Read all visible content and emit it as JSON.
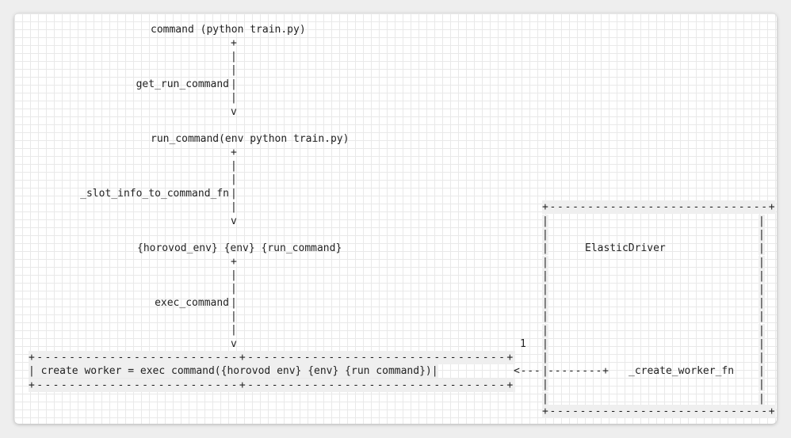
{
  "nodes": {
    "command": "command (python train.py)",
    "run_command": "run_command(env python train.py)",
    "horovod_env": "{horovod_env} {env} {run_command}",
    "create_worker_line": "| create worker = exec command({horovod env} {env} {run command})|",
    "elastic_driver": "ElasticDriver",
    "create_worker_fn": "_create_worker_fn"
  },
  "edges": {
    "get_run_command": "get_run_command",
    "slot_info_to_command_fn": "_slot_info_to_command_fn",
    "exec_command": "exec_command",
    "multiplicity": "1"
  },
  "ascii": {
    "plus": "+",
    "pipe": "|",
    "arrow_down": "v",
    "worker_border": "+-------------------------+--------------------------------+",
    "driver_border": "+-----------------------------+",
    "arrow_left": "<------------+"
  }
}
